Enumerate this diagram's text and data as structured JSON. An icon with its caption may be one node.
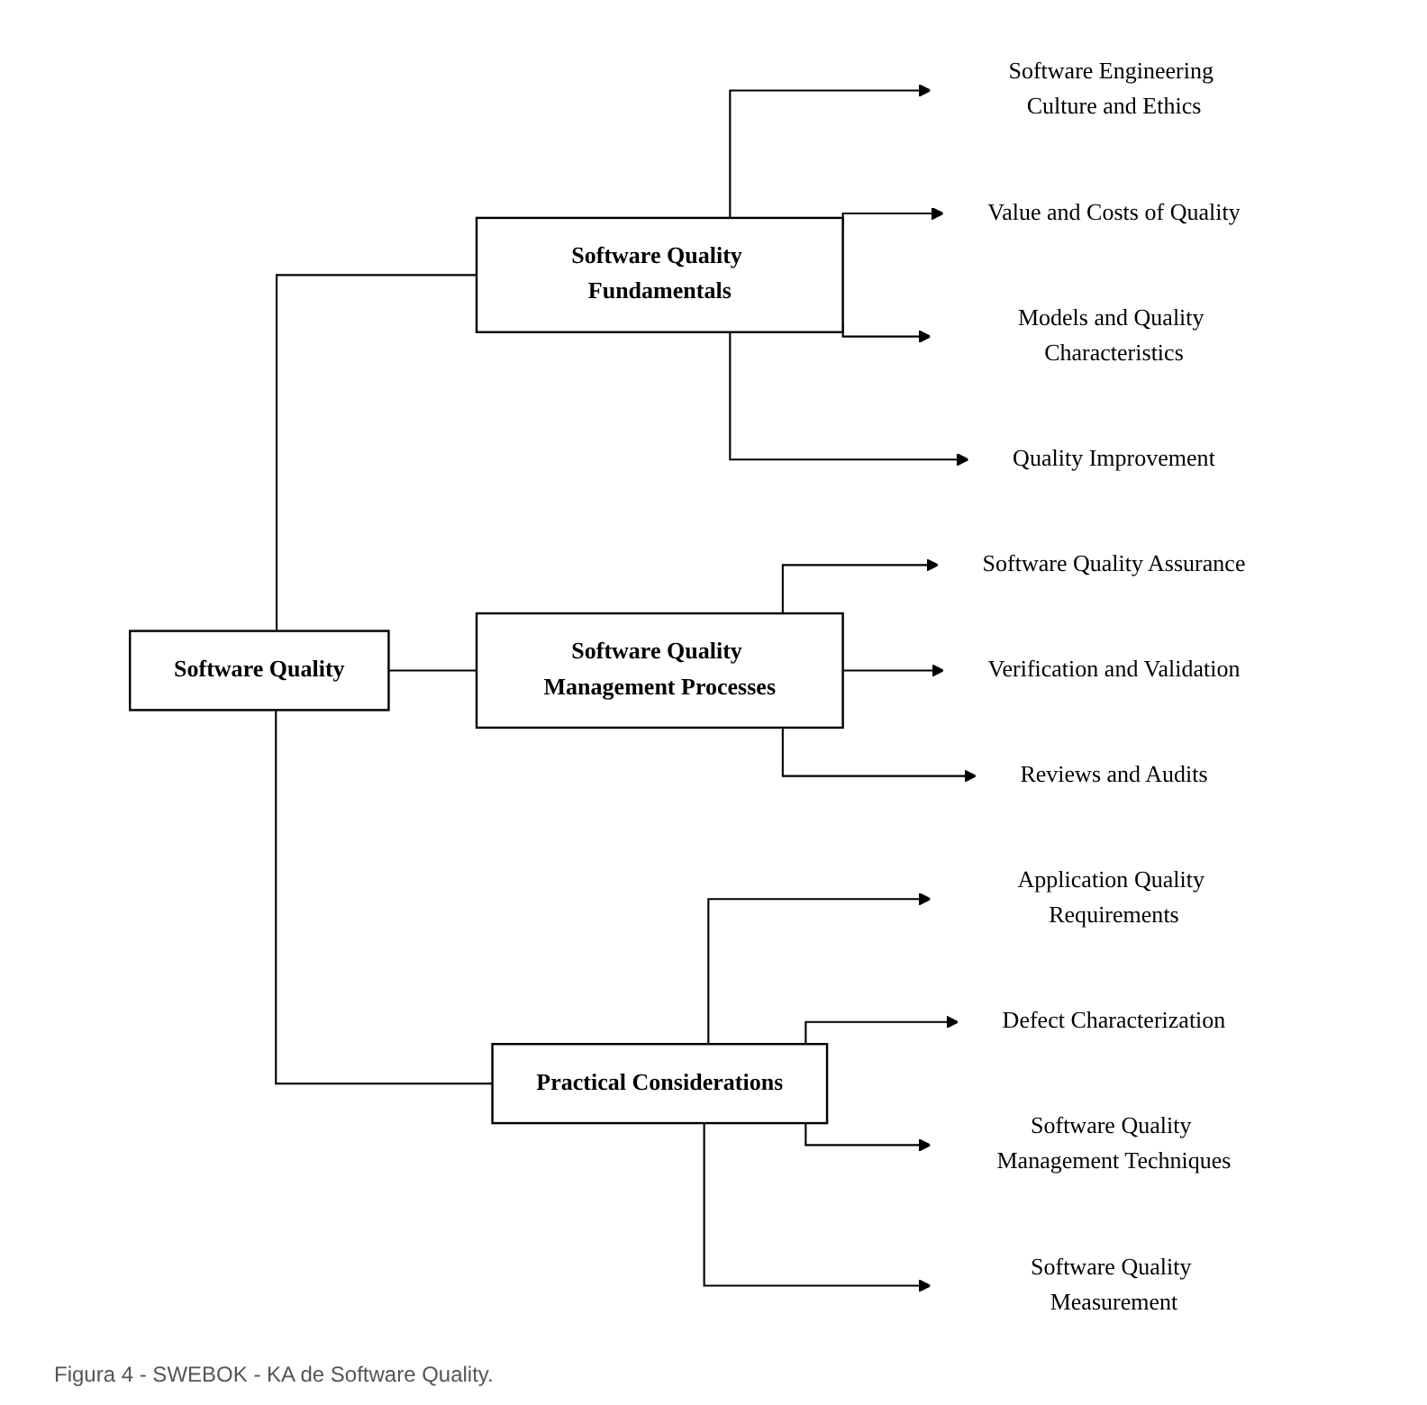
{
  "diagram": {
    "caption": "Figura 4 - SWEBOK - KA de Software Quality.",
    "nodes": [
      {
        "text": [
          "Software Quality"
        ]
      },
      {
        "text": [
          "Software Quality Fundamentals"
        ]
      },
      {
        "text": [
          "Software Quality Management Processes"
        ]
      },
      {
        "text": [
          "Practical Considerations"
        ]
      },
      {
        "text": [
          "Software Engineering Culture and Ethics"
        ]
      },
      {
        "text": [
          "Value and Costs of Quality"
        ]
      },
      {
        "text": [
          "Models and Quality Characteristics"
        ]
      },
      {
        "text": [
          "Quality Improvement"
        ]
      },
      {
        "text": [
          "Software Quality Assurance"
        ]
      },
      {
        "text": [
          "Verification and Validation"
        ]
      },
      {
        "text": [
          "Reviews and Audits"
        ]
      },
      {
        "text": [
          "Application Quality Requirements"
        ]
      },
      {
        "text": [
          "Defect Characterization"
        ]
      },
      {
        "text": [
          "Software Quality Management Techniques"
        ]
      },
      {
        "text": [
          "Software Quality Measurement"
        ]
      }
    ],
    "edges": [
      {
        "from": 0,
        "to": 1,
        "arrow": "none"
      },
      {
        "from": 0,
        "to": 2,
        "arrow": "none"
      },
      {
        "from": 0,
        "to": 3,
        "arrow": "none"
      },
      {
        "from": 1,
        "to": 4,
        "arrow": "to"
      },
      {
        "from": 1,
        "to": 5,
        "arrow": "to"
      },
      {
        "from": 1,
        "to": 6,
        "arrow": "to"
      },
      {
        "from": 1,
        "to": 7,
        "arrow": "to"
      },
      {
        "from": 2,
        "to": 8,
        "arrow": "to"
      },
      {
        "from": 2,
        "to": 9,
        "arrow": "to"
      },
      {
        "from": 2,
        "to": 10,
        "arrow": "to"
      },
      {
        "from": 3,
        "to": 11,
        "arrow": "to"
      },
      {
        "from": 3,
        "to": 12,
        "arrow": "to"
      },
      {
        "from": 3,
        "to": 13,
        "arrow": "to"
      },
      {
        "from": 3,
        "to": 14,
        "arrow": "to"
      }
    ]
  }
}
